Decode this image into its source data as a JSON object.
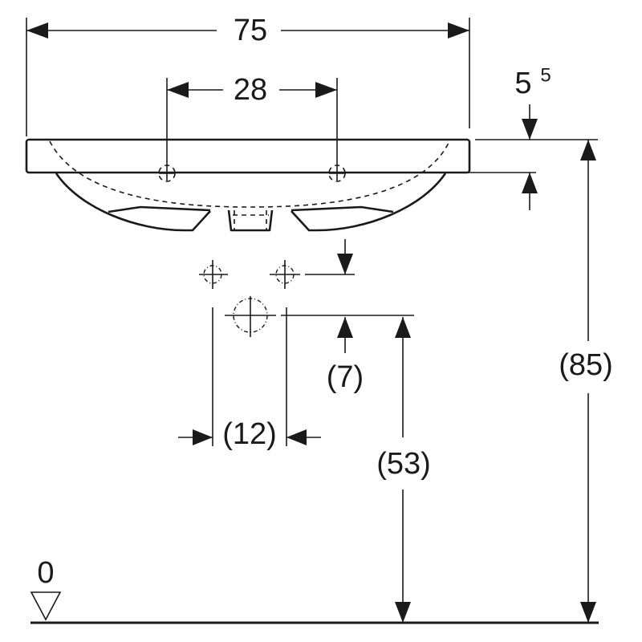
{
  "drawing": {
    "width_label": "75",
    "tap_spacing_label": "28",
    "rim_thickness_label": "5",
    "rim_thickness_sup": "5",
    "total_height_label": "(85)",
    "drain_height_label": "(53)",
    "offset_label": "(7)",
    "drain_spacing_label": "(12)",
    "floor_label": "0"
  },
  "colors": {
    "ink": "#1a1a1a",
    "background": "#ffffff"
  }
}
